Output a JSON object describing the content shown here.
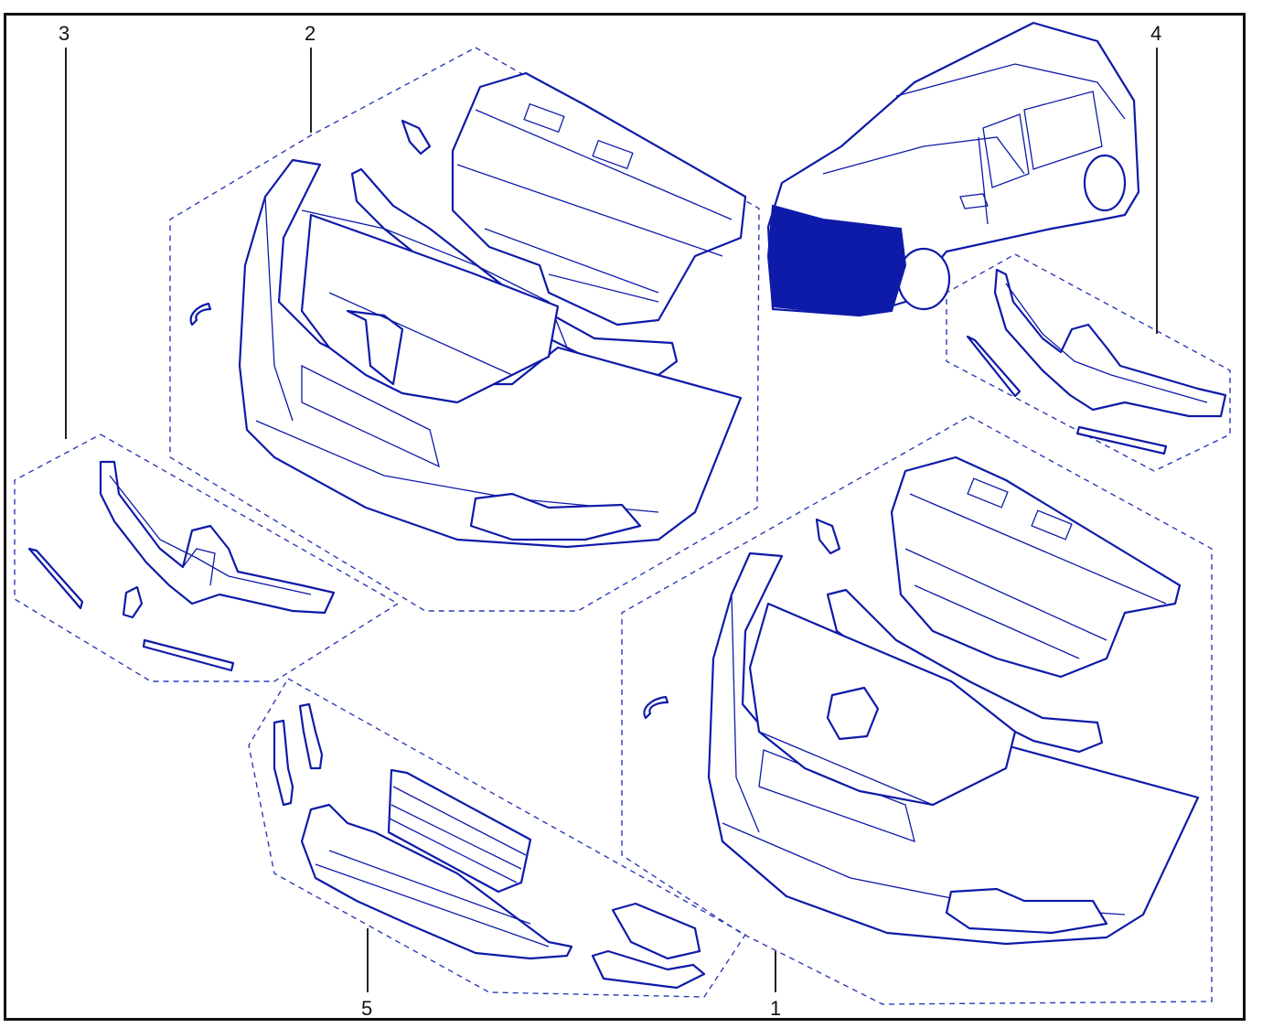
{
  "callouts": [
    {
      "id": "1",
      "label": "1"
    },
    {
      "id": "2",
      "label": "2"
    },
    {
      "id": "3",
      "label": "3"
    },
    {
      "id": "4",
      "label": "4"
    },
    {
      "id": "5",
      "label": "5"
    }
  ],
  "colors": {
    "line": "#0e1aa8",
    "dashed_border": "#2b3cb5",
    "highlight": "#0e1aa8",
    "frame": "#111111"
  }
}
